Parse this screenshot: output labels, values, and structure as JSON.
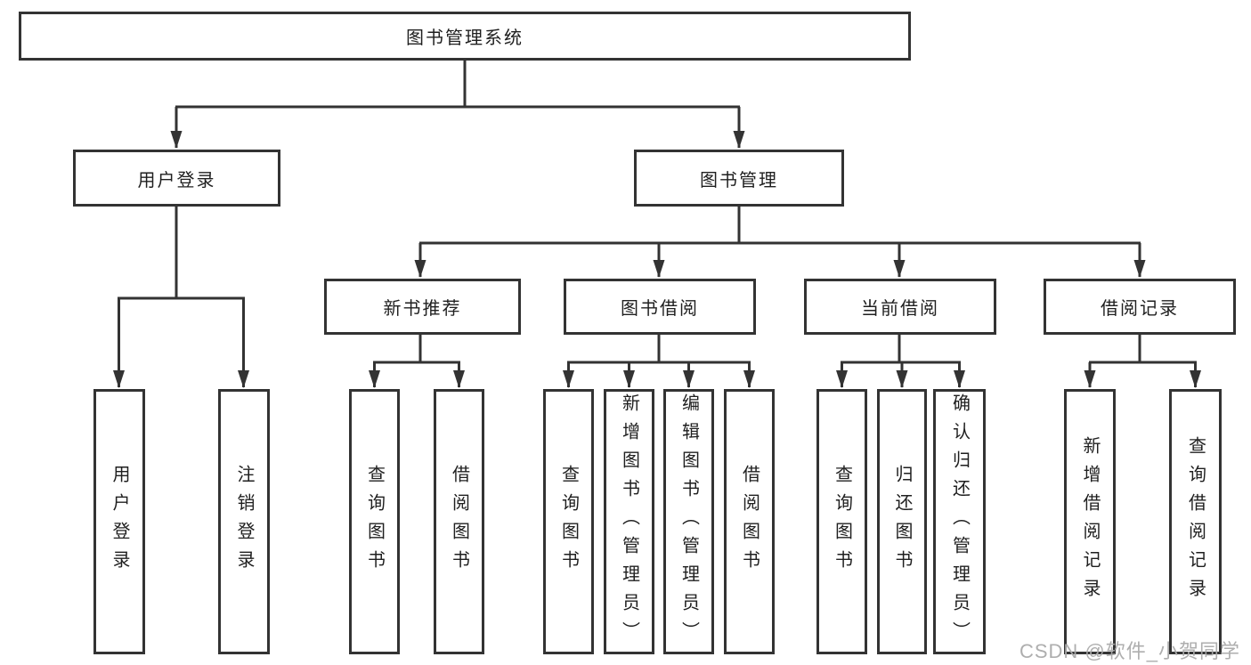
{
  "diagram_title": "图书管理系统",
  "nodes": {
    "root": "图书管理系统",
    "user_login": "用户登录",
    "book_mgmt": "图书管理",
    "new_book_rec": "新书推荐",
    "book_borrow": "图书借阅",
    "current_borrow": "当前借阅",
    "borrow_record": "借阅记录",
    "leaf_user_login": "用户登录",
    "leaf_logout": "注销登录",
    "leaf_query_book_rec": "查询图书",
    "leaf_borrow_book_rec": "借阅图书",
    "leaf_query_book_borrow": "查询图书",
    "leaf_add_book": "新增图书（管理员）",
    "leaf_edit_book": "编辑图书（管理员）",
    "leaf_borrow_book_borrow": "借阅图书",
    "leaf_query_book_current": "查询图书",
    "leaf_return_book": "归还图书",
    "leaf_confirm_return": "确认归还（管理员）",
    "leaf_add_borrow_record": "新增借阅记录",
    "leaf_query_borrow_record": "查询借阅记录"
  },
  "hierarchy": {
    "图书管理系统": {
      "用户登录": [
        "用户登录",
        "注销登录"
      ],
      "图书管理": {
        "新书推荐": [
          "查询图书",
          "借阅图书"
        ],
        "图书借阅": [
          "查询图书",
          "新增图书（管理员）",
          "编辑图书（管理员）",
          "借阅图书"
        ],
        "当前借阅": [
          "查询图书",
          "归还图书",
          "确认归还（管理员）"
        ],
        "借阅记录": [
          "新增借阅记录",
          "查询借阅记录"
        ]
      }
    }
  },
  "watermark": "CSDN @软件_小贺同学",
  "colors": {
    "line": "#333333",
    "text": "#1f1f1f",
    "watermark": "#aaaaaa",
    "background": "#ffffff"
  }
}
